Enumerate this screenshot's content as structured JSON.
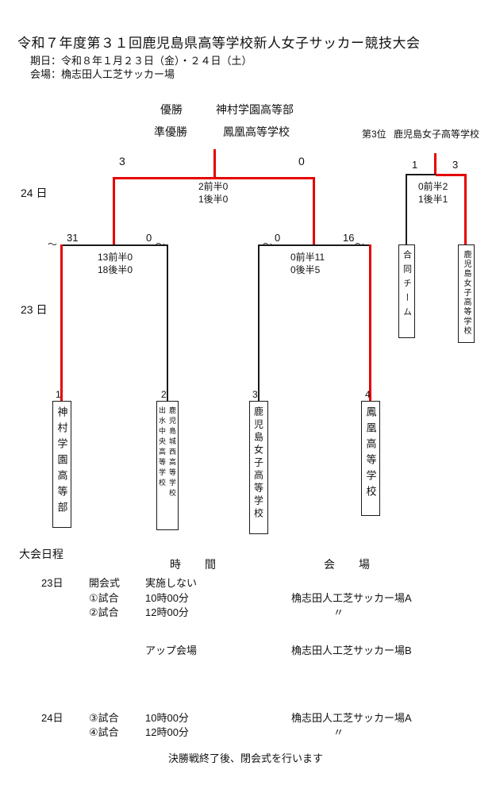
{
  "colors": {
    "winner_path": "#e60000",
    "line": "#1a1a1a"
  },
  "header": {
    "title": "令和７年度第３１回鹿児島県高等学校新人女子サッカー競技大会",
    "date": "期日：令和８年１月２３日（金）・２４日（土）",
    "venue": "会場：桷志田人工芝サッカー場"
  },
  "results": {
    "champion_label": "優勝",
    "champion": "神村学園高等部",
    "runner_up_label": "準優勝",
    "runner_up": "鳳凰高等学校",
    "third_label": "第3位",
    "third": "鹿児島女子高等学校"
  },
  "bracket": {
    "day24": "24 日",
    "day23": "23 日",
    "wave": "〜",
    "seeds": [
      "1",
      "2",
      "3",
      "4"
    ],
    "teams": {
      "team1": "神村学園高等部",
      "team2_col_right": "鹿児島城西高等学校",
      "team2_col_left": "出水中央高等学校",
      "team3": "鹿児島女子高等学校",
      "team4": "鳳凰高等学校"
    },
    "final": {
      "score_left": "3",
      "score_right": "0",
      "half1": "2前半0",
      "half2": "1後半0"
    },
    "semi_left": {
      "score_left": "31",
      "score_right": "0",
      "half1": "13前半0",
      "half2": "18後半0"
    },
    "semi_right": {
      "score_left": "0",
      "score_right": "16",
      "half1": "0前半11",
      "half2": "0後半5"
    },
    "third_place": {
      "score_left": "1",
      "score_right": "3",
      "half1": "0前半2",
      "half2": "1後半1",
      "team_left": "合同チーム",
      "team_right": "鹿児島女子高等学校"
    }
  },
  "schedule": {
    "heading": "大会日程",
    "time_header": "時　間",
    "venue_header": "会　場",
    "day23": "23日",
    "opening_label": "開会式",
    "opening_value": "実施しない",
    "match1_label": "①試合",
    "match1_time": "10時00分",
    "match1_venue": "桷志田人工芝サッカー場A",
    "match2_label": "②試合",
    "match2_time": "12時00分",
    "match2_venue": "〃",
    "warmup_label": "アップ会場",
    "warmup_venue": "桷志田人工芝サッカー場B",
    "day24": "24日",
    "match3_label": "③試合",
    "match3_time": "10時00分",
    "match3_venue": "桷志田人工芝サッカー場A",
    "match4_label": "④試合",
    "match4_time": "12時00分",
    "match4_venue": "〃",
    "closing_note": "決勝戦終了後、閉会式を行います"
  }
}
